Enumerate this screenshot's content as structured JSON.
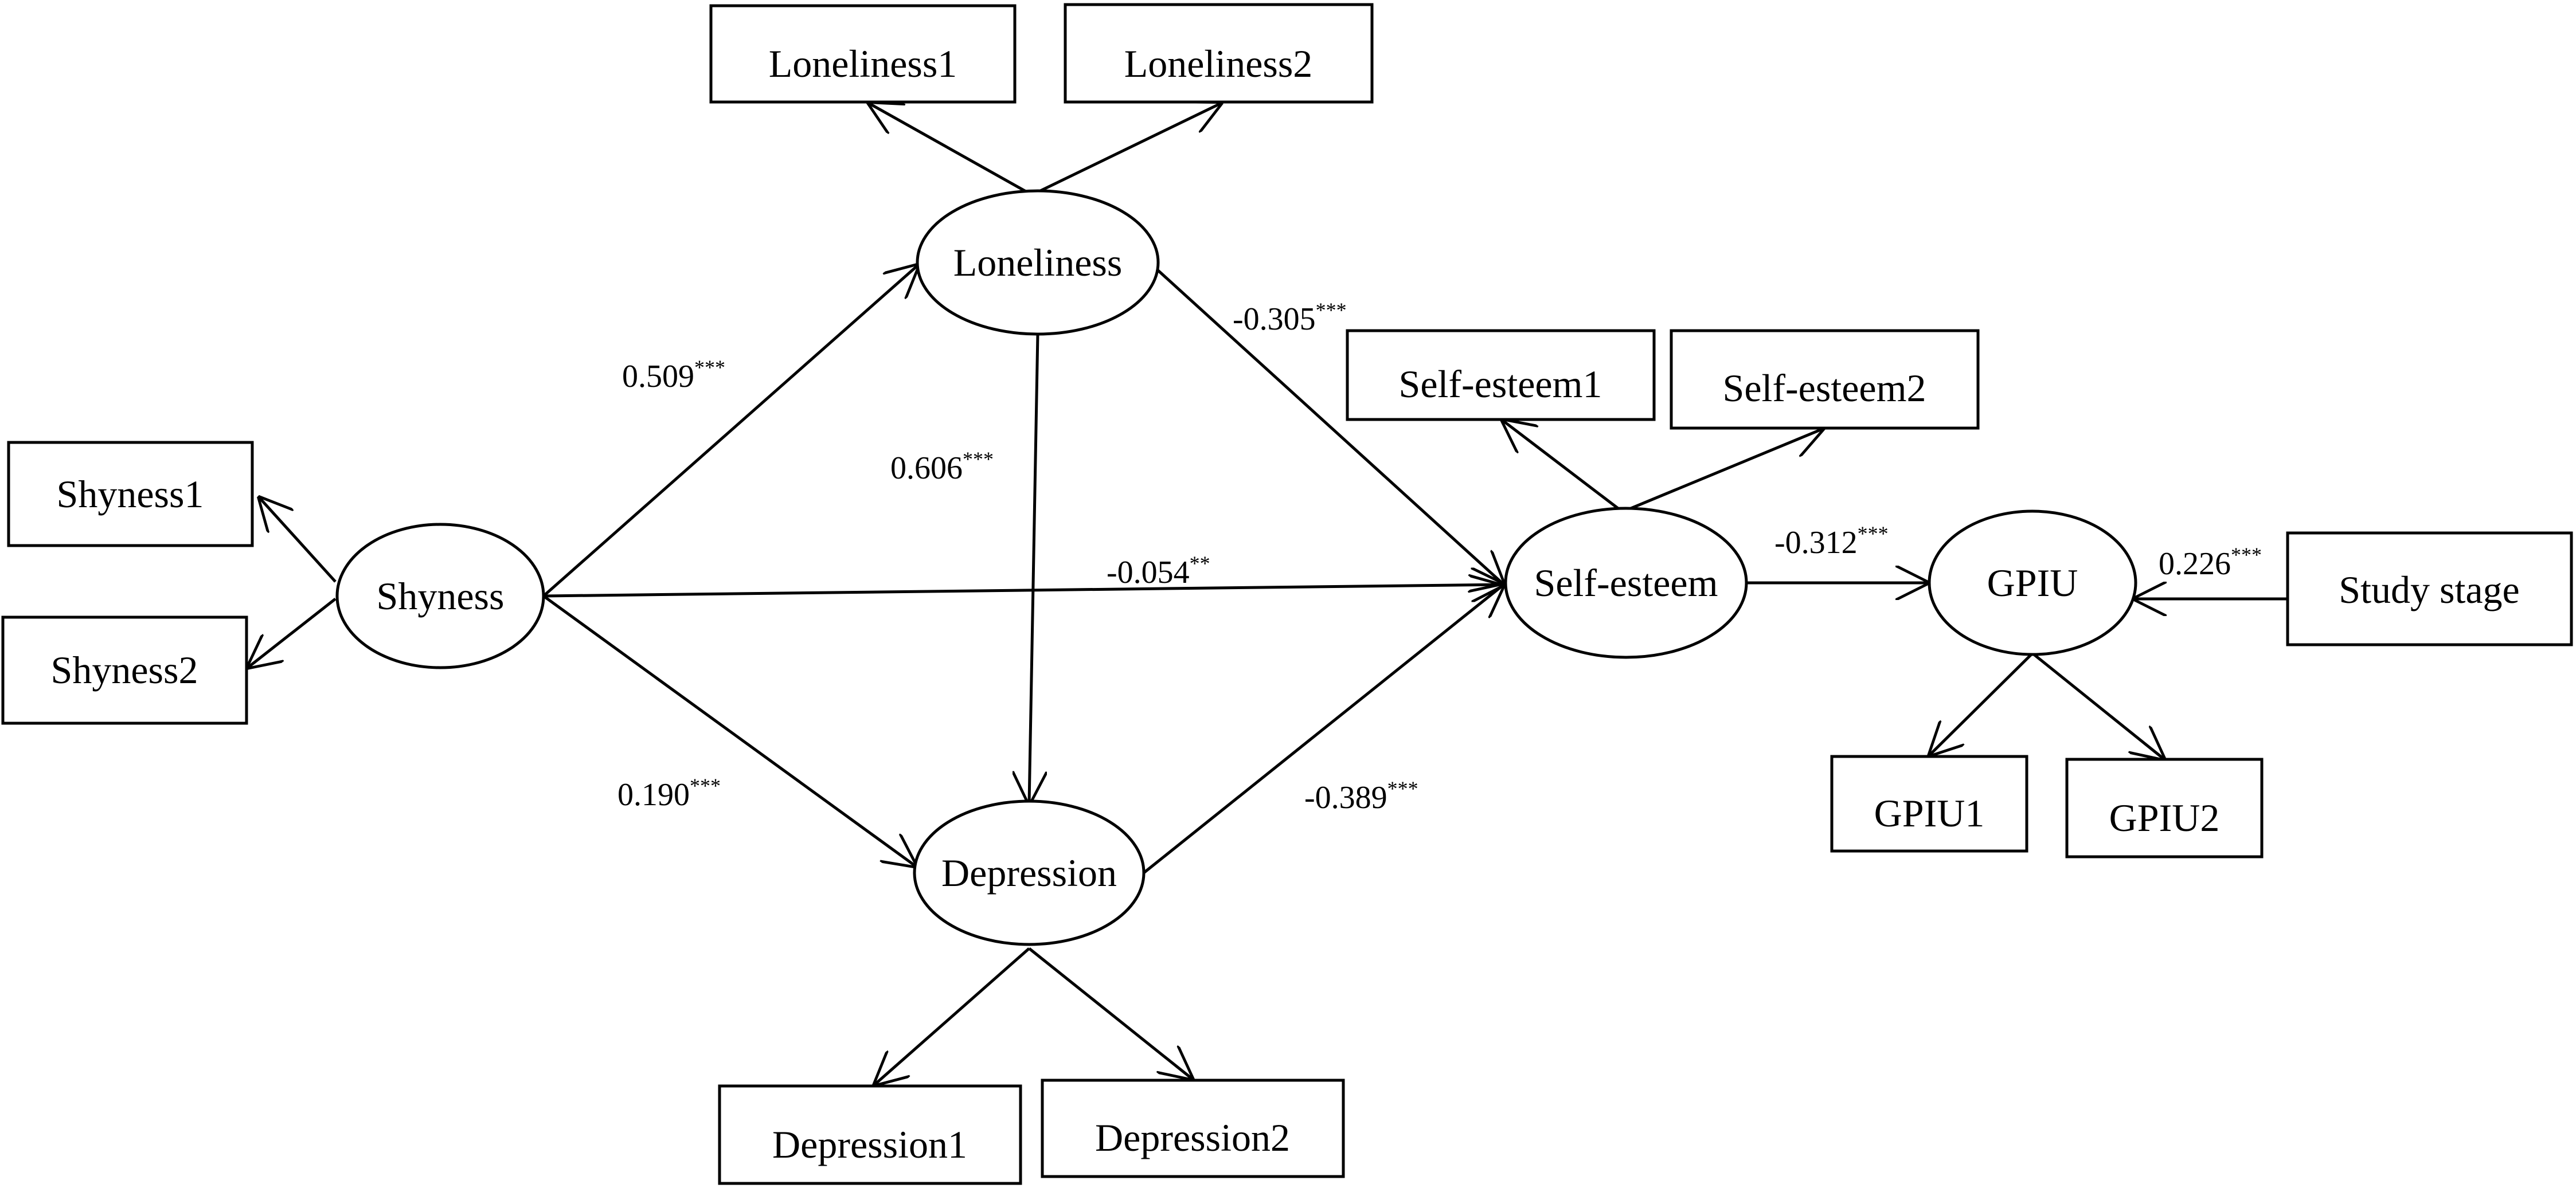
{
  "latent": {
    "shyness": "Shyness",
    "loneliness": "Loneliness",
    "depression": "Depression",
    "self_esteem": "Self-esteem",
    "gpiu": "GPIU"
  },
  "indicators": {
    "shyness1": "Shyness1",
    "shyness2": "Shyness2",
    "loneliness1": "Loneliness1",
    "loneliness2": "Loneliness2",
    "depression1": "Depression1",
    "depression2": "Depression2",
    "self_esteem1": "Self-esteem1",
    "self_esteem2": "Self-esteem2",
    "gpiu1": "GPIU1",
    "gpiu2": "GPIU2",
    "study_stage": "Study stage"
  },
  "paths": {
    "shyness_loneliness": {
      "value": "0.509",
      "sig": "***"
    },
    "loneliness_depression": {
      "value": "0.606",
      "sig": "***"
    },
    "loneliness_self_esteem": {
      "value": "-0.305",
      "sig": "***"
    },
    "shyness_self_esteem": {
      "value": "-0.054",
      "sig": "**"
    },
    "shyness_depression": {
      "value": "0.190",
      "sig": "***"
    },
    "depression_self_esteem": {
      "value": "-0.389",
      "sig": "***"
    },
    "self_esteem_gpiu": {
      "value": "-0.312",
      "sig": "***"
    },
    "study_stage_gpiu": {
      "value": "0.226",
      "sig": "***"
    }
  }
}
